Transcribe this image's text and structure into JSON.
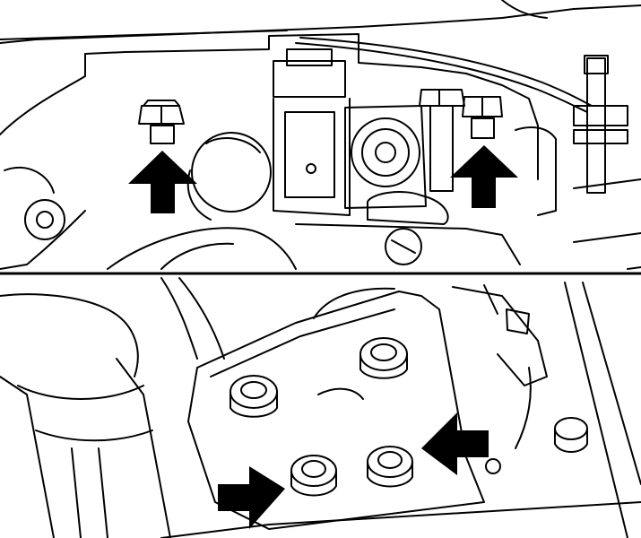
{
  "figure": {
    "panels": [
      "top-panel",
      "bottom-panel"
    ],
    "colors": {
      "background": "#ffffff",
      "line": "#000000",
      "arrow": "#000000"
    },
    "top_panel": {
      "callouts": [
        "arrow-up-left",
        "arrow-up-right"
      ]
    },
    "bottom_panel": {
      "callouts": [
        "arrow-right-lower",
        "arrow-left-lower"
      ]
    }
  }
}
